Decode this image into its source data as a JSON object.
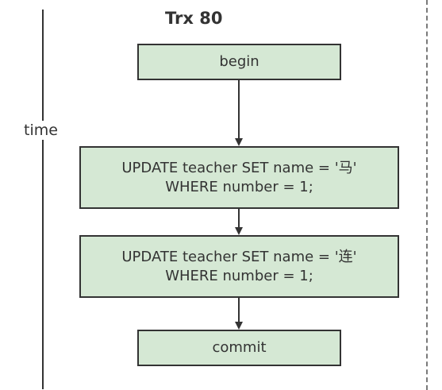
{
  "axis": {
    "label": "time"
  },
  "transaction": {
    "title": "Trx 80"
  },
  "steps": [
    {
      "line1": "begin",
      "line2": ""
    },
    {
      "line1": "UPDATE teacher  SET name = '马'",
      "line2": "WHERE number = 1;"
    },
    {
      "line1": "UPDATE teacher  SET name = '连'",
      "line2": "WHERE number = 1;"
    },
    {
      "line1": "commit",
      "line2": ""
    }
  ],
  "colors": {
    "box_fill": "#d5e8d4",
    "stroke": "#333333",
    "separator": "#7a7a7a"
  }
}
